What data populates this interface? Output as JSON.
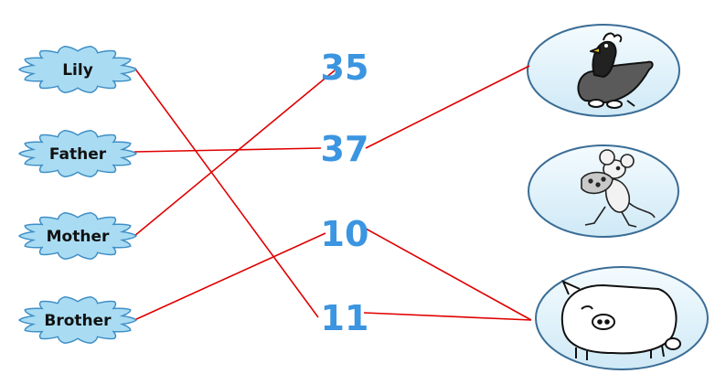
{
  "people": [
    {
      "id": "lily",
      "label": "Lily"
    },
    {
      "id": "father",
      "label": "Father"
    },
    {
      "id": "mother",
      "label": "Mother"
    },
    {
      "id": "brother",
      "label": "Brother"
    }
  ],
  "numbers": [
    {
      "id": "n35",
      "label": "35"
    },
    {
      "id": "n37",
      "label": "37"
    },
    {
      "id": "n10",
      "label": "10"
    },
    {
      "id": "n11",
      "label": "11"
    }
  ],
  "animals": [
    {
      "id": "hen",
      "icon": "hen-icon"
    },
    {
      "id": "mouse",
      "icon": "mouse-icon"
    },
    {
      "id": "pig",
      "icon": "pig-icon"
    }
  ],
  "connections": [
    {
      "from": "lily",
      "to": "n11"
    },
    {
      "from": "father",
      "to": "n37"
    },
    {
      "from": "mother",
      "to": "n35"
    },
    {
      "from": "brother",
      "to": "n10"
    },
    {
      "from": "n37",
      "to": "hen"
    },
    {
      "from": "n10",
      "to": "pig"
    },
    {
      "from": "n11",
      "to": "pig"
    }
  ],
  "colors": {
    "cloud_fill": "#a9dcf3",
    "cloud_stroke": "#3f8fc6",
    "number": "#3b95e0",
    "line": "#e00000",
    "oval_fill": "#e3f3fb",
    "oval_stroke": "#3b6d95"
  }
}
